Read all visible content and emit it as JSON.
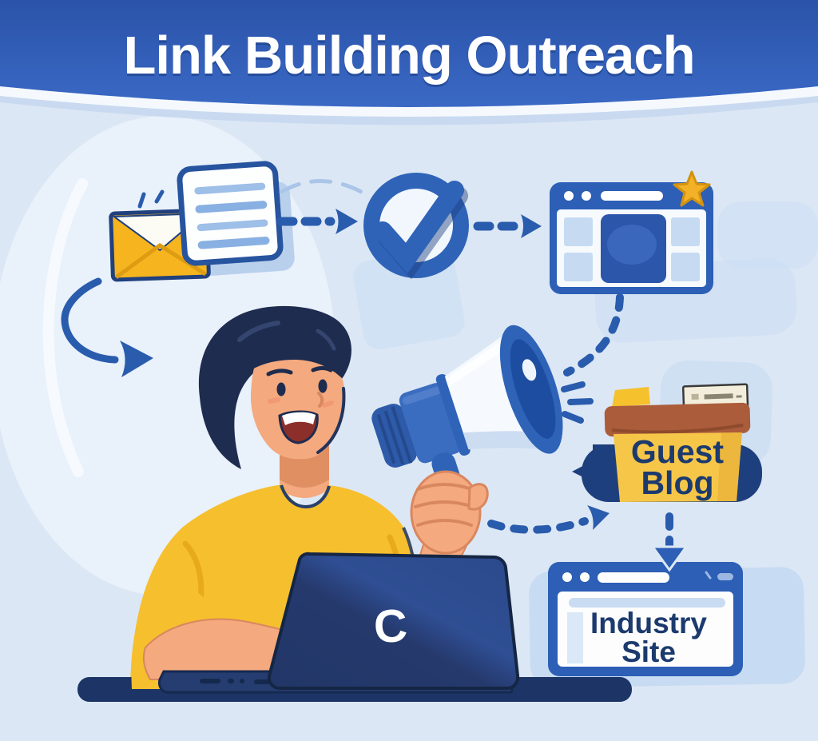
{
  "title": "Link Building Outreach",
  "banner": {
    "background": "#2f5cb4",
    "text_color": "#ffffff"
  },
  "labels": {
    "laptop_logo": "C",
    "guest_blog": {
      "line1": "Guest",
      "line2": "Blog"
    },
    "industry_site": {
      "line1": "Industry",
      "line2": "Site"
    }
  },
  "icons": {
    "envelope": "email-envelope-icon",
    "document": "outreach-letter-icon",
    "checkmark": "approval-checkmark-icon",
    "browser": "website-browser-icon",
    "star": "favorite-star-icon",
    "megaphone": "megaphone-icon",
    "laptop": "laptop-icon",
    "guest_blog_box": "guest-blog-box-icon",
    "industry_window": "industry-site-window-icon"
  },
  "colors": {
    "background": "#dce7f5",
    "accent_blue": "#2a5cad",
    "deep_navy": "#1d3f7d",
    "gold": "#f2b126",
    "shirt_yellow": "#f6bf2e",
    "box_yellow": "#f6c649",
    "lid_brown": "#ab5c3a",
    "skin": "#f4a97e",
    "label_navy": "#1c3a6e"
  }
}
